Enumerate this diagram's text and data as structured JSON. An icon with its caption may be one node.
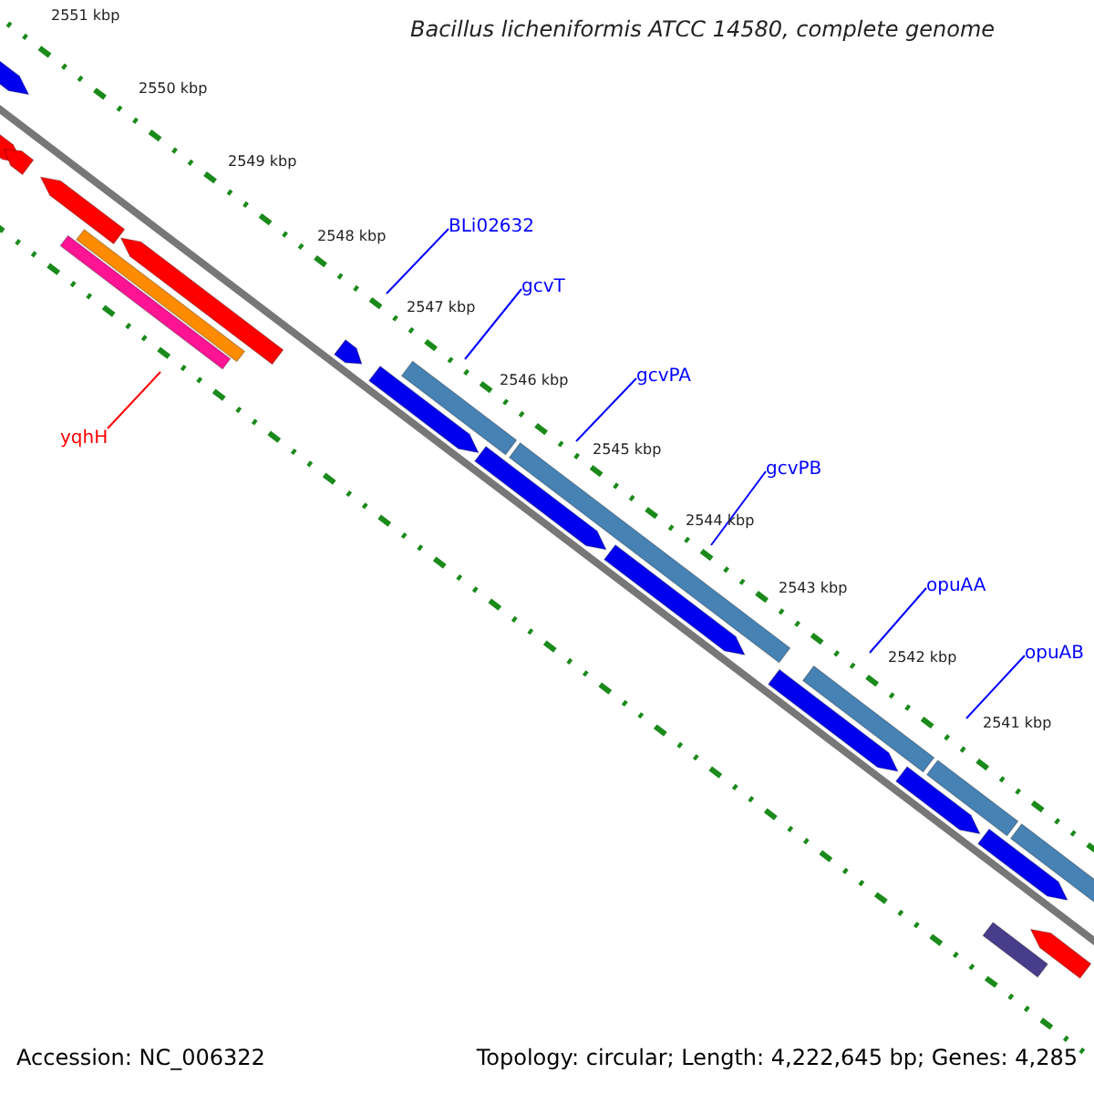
{
  "diagram": {
    "title": "Bacillus licheniformis ATCC 14580, complete genome",
    "nodes": [
      {
        "text": [
          "BLi02632"
        ]
      },
      {
        "text": [
          "gcvT"
        ]
      },
      {
        "text": [
          "gcvPA"
        ]
      },
      {
        "text": [
          "gcvPB"
        ]
      },
      {
        "text": [
          "opuAA"
        ]
      },
      {
        "text": [
          "opuAB"
        ]
      },
      {
        "text": [
          "yqhH"
        ]
      }
    ],
    "edges": [
      {
        "from": 0,
        "to": null,
        "arrow": "none"
      },
      {
        "from": 1,
        "to": null,
        "arrow": "none"
      },
      {
        "from": 2,
        "to": null,
        "arrow": "none"
      },
      {
        "from": 3,
        "to": null,
        "arrow": "none"
      },
      {
        "from": 4,
        "to": null,
        "arrow": "none"
      },
      {
        "from": 5,
        "to": null,
        "arrow": "none"
      },
      {
        "from": 6,
        "to": null,
        "arrow": "none",
        "color": "#ff0000"
      }
    ],
    "labels": [
      "2551 kbp",
      "2550 kbp",
      "2549 kbp",
      "2548 kbp",
      "2547 kbp",
      "2546 kbp",
      "2545 kbp",
      "2544 kbp",
      "2543 kbp",
      "2542 kbp",
      "2541 kbp",
      "Accession: NC_006322",
      "Topology: circular; Length: 4,222,645 bp; Genes: 4,285"
    ]
  }
}
